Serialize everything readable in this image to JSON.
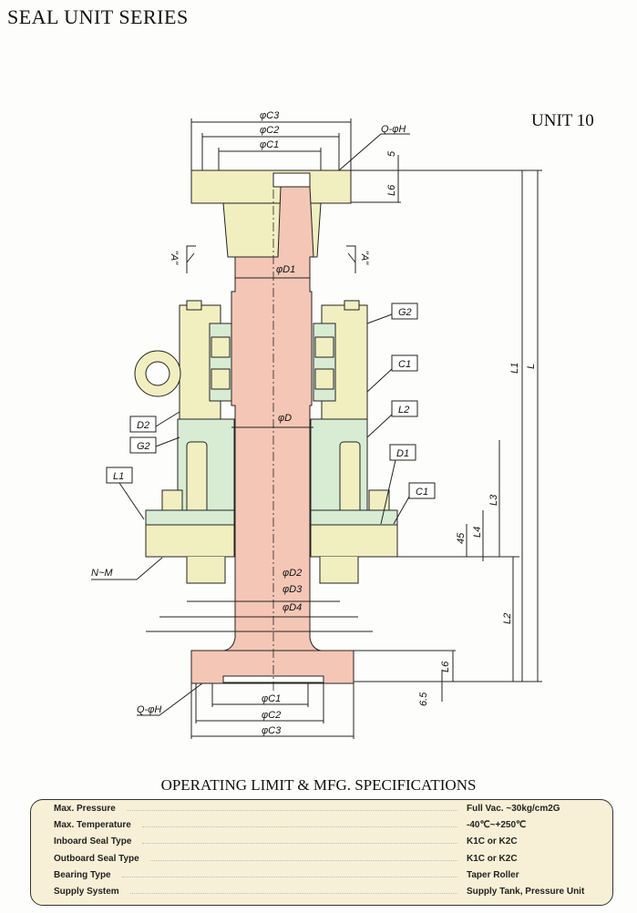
{
  "header": {
    "title": "SEAL UNIT SERIES",
    "unit": "UNIT 10"
  },
  "diagram": {
    "dims_top": {
      "c3": "φC3",
      "c2": "φC2",
      "c1": "φC1",
      "qh": "Q-φH",
      "five": "5",
      "l6": "L6"
    },
    "section_marks": {
      "left": "\"A\"",
      "right": "\"A\""
    },
    "shaft": {
      "d1": "φD1",
      "d": "φD",
      "d2": "φD2",
      "d3": "φD3",
      "d4": "φD4"
    },
    "vertical_dims": {
      "l": "L",
      "l1": "L1",
      "l2": "L2",
      "l3": "L3",
      "l4": "L4",
      "forty_five": "45",
      "l6": "L6",
      "six_five": "6.5"
    },
    "callouts": {
      "g2_right": "G2",
      "c1_right": "C1",
      "l2_right": "L2",
      "d2_left": "D2",
      "g2_left": "G2",
      "l1_left": "L1",
      "d1_right": "D1",
      "c1_lower": "C1",
      "nm": "N~M",
      "qh_bottom": "Q-φH"
    },
    "dims_bottom": {
      "c1": "φC1",
      "c2": "φC2",
      "c3": "φC3"
    },
    "colors": {
      "body": "#f1efc0",
      "shaft": "#f4c6b6",
      "housing": "#d8ecd4"
    }
  },
  "specs": {
    "heading": "OPERATING LIMIT & MFG. SPECIFICATIONS",
    "rows": [
      {
        "label": "Max. Pressure",
        "value": "Full Vac. ~30kg/cm2G"
      },
      {
        "label": "Max. Temperature",
        "value": "-40℃~+250℃"
      },
      {
        "label": "Inboard Seal Type",
        "value": "K1C or K2C"
      },
      {
        "label": "Outboard Seal Type",
        "value": "K1C or K2C"
      },
      {
        "label": "Bearing Type",
        "value": "Taper Roller"
      },
      {
        "label": "Supply System",
        "value": "Supply Tank, Pressure Unit"
      }
    ]
  }
}
